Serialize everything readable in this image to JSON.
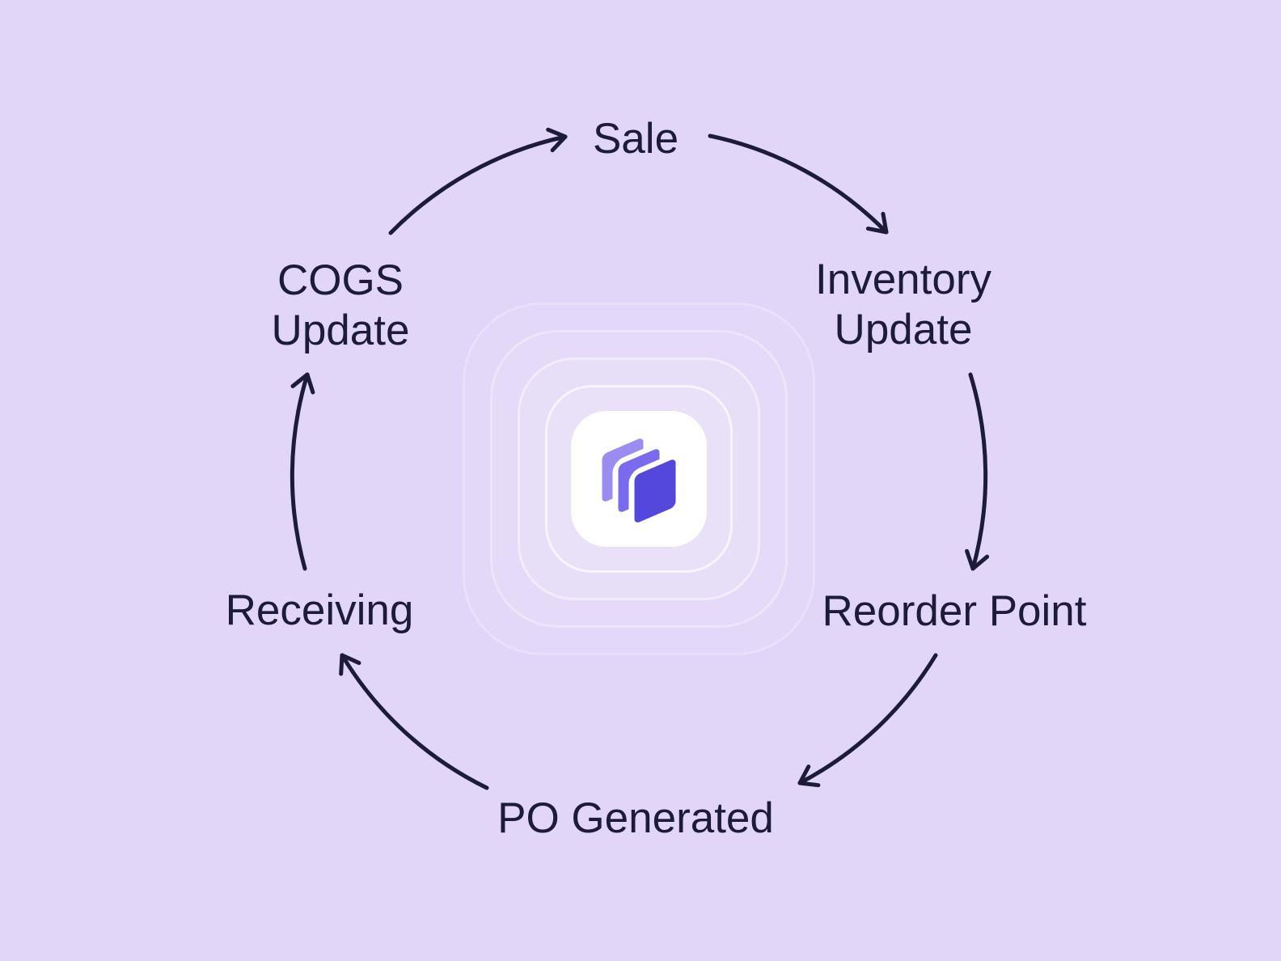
{
  "cycle": {
    "name": "inventory-lifecycle-loop",
    "steps": [
      {
        "id": "sale",
        "label": "Sale"
      },
      {
        "id": "inventory",
        "label": "Inventory\nUpdate"
      },
      {
        "id": "reorder",
        "label": "Reorder Point"
      },
      {
        "id": "po",
        "label": "PO Generated"
      },
      {
        "id": "receiving",
        "label": "Receiving"
      },
      {
        "id": "cogs",
        "label": "COGS\nUpdate"
      }
    ],
    "flow_order": [
      "Sale",
      "Inventory Update",
      "Reorder Point",
      "PO Generated",
      "Receiving",
      "COGS Update"
    ]
  },
  "icons": {
    "center_logo": "stacked-pages-logo"
  },
  "colors": {
    "background": "#E1D6F8",
    "ink": "#1C1B38",
    "icon-bg": "#FFFFFF",
    "page-light": "#9B8CF2",
    "page-mid": "#7A6BEE",
    "page-dark": "#5348DB",
    "ring": "#FFFFFF"
  }
}
